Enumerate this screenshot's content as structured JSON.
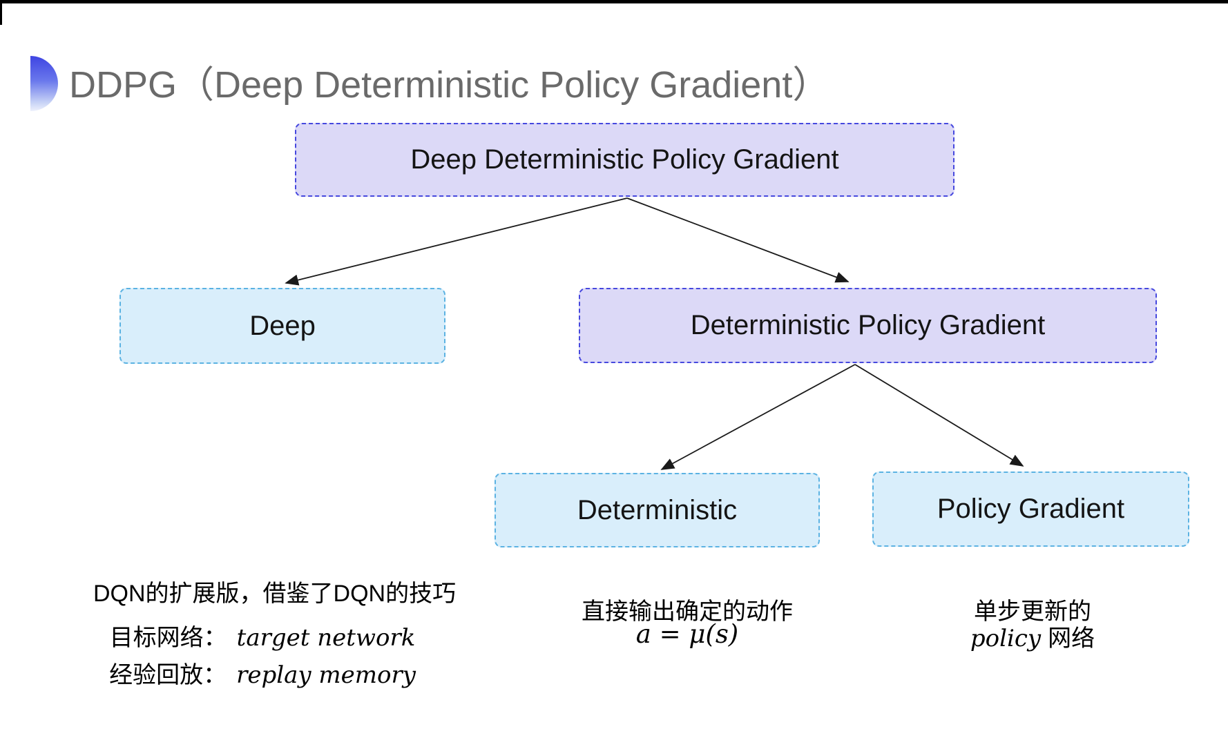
{
  "header": {
    "title": "DDPG（Deep Deterministic Policy Gradient）",
    "title_color": "#6a6a6a"
  },
  "diagram": {
    "nodes": [
      {
        "id": "ddpg",
        "label": "Deep Deterministic Policy Gradient",
        "variant": "purple"
      },
      {
        "id": "deep",
        "label": "Deep",
        "variant": "cyan"
      },
      {
        "id": "dpg",
        "label": "Deterministic Policy Gradient",
        "variant": "purple"
      },
      {
        "id": "deterministic",
        "label": "Deterministic",
        "variant": "cyan"
      },
      {
        "id": "policy-gradient",
        "label": "Policy Gradient",
        "variant": "cyan"
      }
    ],
    "colors": {
      "purple_fill": "#dcd9f7",
      "purple_border": "#4648de",
      "cyan_fill": "#d9eefb",
      "cyan_border": "#5bb2e2",
      "arrow": "#1a1a1a",
      "bullet_gradient_top": "#3e44e2",
      "bullet_gradient_bottom": "#eef1fc"
    }
  },
  "annotations": {
    "left": {
      "line1": "DQN的扩展版，借鉴了DQN的技巧",
      "line2_zh": "目标网络：",
      "line2_en": "target network",
      "line3_zh": "经验回放：",
      "line3_en": "replay memory"
    },
    "middle": {
      "line1": "直接输出确定的动作",
      "formula": "a = μ(s)"
    },
    "right": {
      "line1": "单步更新的",
      "line2_it": "policy",
      "line2_zh": "网络"
    }
  }
}
